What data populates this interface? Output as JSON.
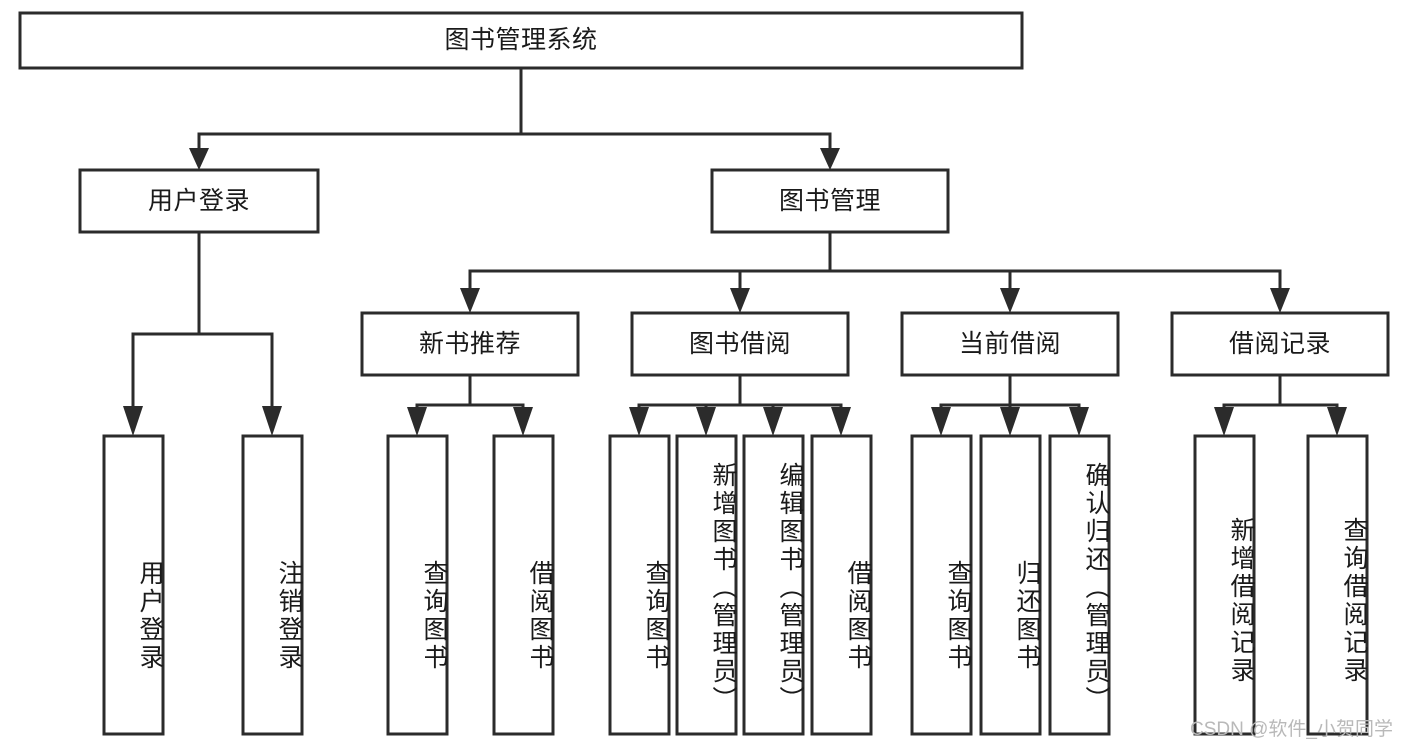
{
  "diagram": {
    "type": "tree",
    "title": "图书管理系统",
    "watermark": "CSDN @软件_小贺同学",
    "colors": {
      "stroke": "#2b2b2b",
      "fill": "#ffffff",
      "text": "#1a1a1a",
      "watermark": "#b9b9b9",
      "background": "#ffffff"
    },
    "nodes": {
      "root": {
        "label": "图书管理系统",
        "orientation": "horizontal",
        "level": 1
      },
      "l2_0": {
        "label": "用户登录",
        "orientation": "horizontal",
        "level": 2
      },
      "l2_1": {
        "label": "图书管理",
        "orientation": "horizontal",
        "level": 2
      },
      "l3_0": {
        "label": "新书推荐",
        "orientation": "horizontal",
        "level": 3
      },
      "l3_1": {
        "label": "图书借阅",
        "orientation": "horizontal",
        "level": 3
      },
      "l3_2": {
        "label": "当前借阅",
        "orientation": "horizontal",
        "level": 3
      },
      "l3_3": {
        "label": "借阅记录",
        "orientation": "horizontal",
        "level": 3
      },
      "leaf_0": {
        "label": "用户登录",
        "orientation": "vertical",
        "level": 4,
        "parent": "用户登录"
      },
      "leaf_1": {
        "label": "注销登录",
        "orientation": "vertical",
        "level": 4,
        "parent": "用户登录"
      },
      "leaf_2": {
        "label": "查询图书",
        "orientation": "vertical",
        "level": 4,
        "parent": "新书推荐"
      },
      "leaf_3": {
        "label": "借阅图书",
        "orientation": "vertical",
        "level": 4,
        "parent": "新书推荐"
      },
      "leaf_4": {
        "label": "查询图书",
        "orientation": "vertical",
        "level": 4,
        "parent": "图书借阅"
      },
      "leaf_5": {
        "label": "新增图书（管理员）",
        "orientation": "vertical",
        "level": 4,
        "parent": "图书借阅"
      },
      "leaf_6": {
        "label": "编辑图书（管理员）",
        "orientation": "vertical",
        "level": 4,
        "parent": "图书借阅"
      },
      "leaf_7": {
        "label": "借阅图书",
        "orientation": "vertical",
        "level": 4,
        "parent": "图书借阅"
      },
      "leaf_8": {
        "label": "查询图书",
        "orientation": "vertical",
        "level": 4,
        "parent": "当前借阅"
      },
      "leaf_9": {
        "label": "归还图书",
        "orientation": "vertical",
        "level": 4,
        "parent": "当前借阅"
      },
      "leaf_10": {
        "label": "确认归还（管理员）",
        "orientation": "vertical",
        "level": 4,
        "parent": "当前借阅"
      },
      "leaf_11": {
        "label": "新增借阅记录",
        "orientation": "vertical",
        "level": 4,
        "parent": "借阅记录"
      },
      "leaf_12": {
        "label": "查询借阅记录",
        "orientation": "vertical",
        "level": 4,
        "parent": "借阅记录"
      }
    },
    "edges": [
      {
        "from": "图书管理系统",
        "to": "用户登录"
      },
      {
        "from": "图书管理系统",
        "to": "图书管理"
      },
      {
        "from": "图书管理",
        "to": "新书推荐"
      },
      {
        "from": "图书管理",
        "to": "图书借阅"
      },
      {
        "from": "图书管理",
        "to": "当前借阅"
      },
      {
        "from": "图书管理",
        "to": "借阅记录"
      },
      {
        "from": "用户登录",
        "to": "用户登录(叶)"
      },
      {
        "from": "用户登录",
        "to": "注销登录"
      },
      {
        "from": "新书推荐",
        "to": "查询图书"
      },
      {
        "from": "新书推荐",
        "to": "借阅图书"
      },
      {
        "from": "图书借阅",
        "to": "查询图书"
      },
      {
        "from": "图书借阅",
        "to": "新增图书（管理员）"
      },
      {
        "from": "图书借阅",
        "to": "编辑图书（管理员）"
      },
      {
        "from": "图书借阅",
        "to": "借阅图书"
      },
      {
        "from": "当前借阅",
        "to": "查询图书"
      },
      {
        "from": "当前借阅",
        "to": "归还图书"
      },
      {
        "from": "当前借阅",
        "to": "确认归还（管理员）"
      },
      {
        "from": "借阅记录",
        "to": "新增借阅记录"
      },
      {
        "from": "借阅记录",
        "to": "查询借阅记录"
      }
    ]
  }
}
